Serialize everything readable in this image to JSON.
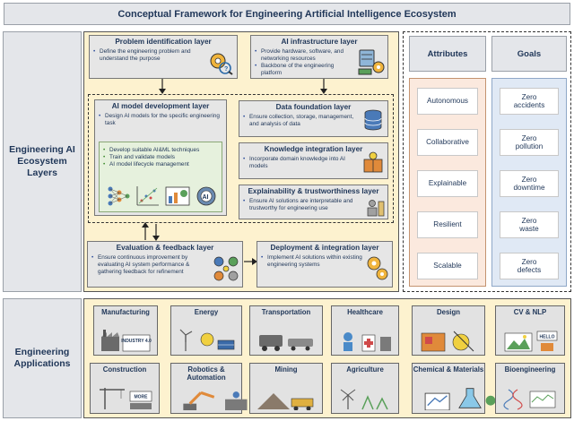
{
  "title": "Conceptual Framework for Engineering Artificial Intelligence Ecosystem",
  "ecosystem_label": "Engineering AI Ecosystem Layers",
  "applications_label": "Engineering Applications",
  "layers": {
    "problem": {
      "title": "Problem identification layer",
      "items": [
        "Define the engineering problem and understand the purpose"
      ]
    },
    "infra": {
      "title": "AI infrastructure layer",
      "items": [
        "Provide hardware, software, and networking resources",
        "Backbone of the engineering platform"
      ]
    },
    "model": {
      "title": "AI model development layer",
      "items": [
        "Design AI models for the specific engineering task"
      ],
      "sub_items": [
        "Develop suitable AI&ML techniques",
        "Train and validate models",
        "AI model lifecycle management"
      ]
    },
    "data": {
      "title": "Data foundation layer",
      "items": [
        "Ensure collection, storage, management, and analysis of data"
      ]
    },
    "knowledge": {
      "title": "Knowledge integration layer",
      "items": [
        "Incorporate domain knowledge into AI models"
      ]
    },
    "explain": {
      "title": "Explainability & trustworthiness layer",
      "items": [
        "Ensure AI solutions are interpretable and trustworthy for engineering use"
      ]
    },
    "evaluation": {
      "title": "Evaluation & feedback layer",
      "items": [
        "Ensure continuous improvement by evaluating AI system performance & gathering feedback for refinement"
      ]
    },
    "deployment": {
      "title": "Deployment & integration layer",
      "items": [
        "Implement AI solutions within existing engineering systems"
      ]
    }
  },
  "attributes": {
    "header": "Attributes",
    "items": [
      "Autonomous",
      "Collaborative",
      "Explainable",
      "Resilient",
      "Scalable"
    ]
  },
  "goals": {
    "header": "Goals",
    "items": [
      "Zero accidents",
      "Zero pollution",
      "Zero downtime",
      "Zero waste",
      "Zero defects"
    ]
  },
  "applications": [
    "Manufacturing",
    "Energy",
    "Transportation",
    "Healthcare",
    "Design",
    "CV & NLP",
    "Construction",
    "Robotics & Automation",
    "Mining",
    "Agriculture",
    "Chemical & Materials",
    "Bioengineering"
  ],
  "illustration_text": {
    "industry": "INDUSTRY 4.0",
    "more": "MORE",
    "hello": "HELLO"
  },
  "colors": {
    "panel_yellow": "#fdf2cf",
    "attr_bg": "#fbe9de",
    "goal_bg": "#e0e9f5",
    "model_green": "#e6f1dd",
    "text_navy": "#1f3658"
  }
}
